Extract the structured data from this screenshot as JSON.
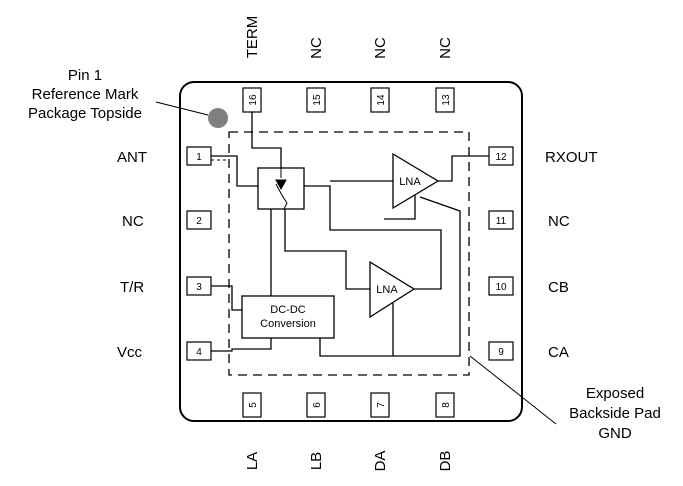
{
  "pin1_note": {
    "lines": [
      "Pin 1",
      "Reference Mark",
      "Package Topside"
    ]
  },
  "exposed_pad_note": {
    "lines": [
      "Exposed",
      "Backside Pad",
      "GND"
    ]
  },
  "pins": {
    "left": [
      {
        "num": "1",
        "label": "ANT"
      },
      {
        "num": "2",
        "label": "NC"
      },
      {
        "num": "3",
        "label": "T/R"
      },
      {
        "num": "4",
        "label": "Vcc"
      }
    ],
    "bottom": [
      {
        "num": "5",
        "label": "LA"
      },
      {
        "num": "6",
        "label": "LB"
      },
      {
        "num": "7",
        "label": "DA"
      },
      {
        "num": "8",
        "label": "DB"
      }
    ],
    "right": [
      {
        "num": "9",
        "label": "CA"
      },
      {
        "num": "10",
        "label": "CB"
      },
      {
        "num": "11",
        "label": "NC"
      },
      {
        "num": "12",
        "label": "RXOUT"
      }
    ],
    "top": [
      {
        "num": "13",
        "label": "NC"
      },
      {
        "num": "14",
        "label": "NC"
      },
      {
        "num": "15",
        "label": "NC"
      },
      {
        "num": "16",
        "label": "TERM"
      }
    ]
  },
  "blocks": {
    "lna_top": "LNA",
    "lna_bottom": "LNA",
    "dcdc_line1": "DC-DC",
    "dcdc_line2": "Conversion"
  },
  "colors": {
    "line": "#000000",
    "pin1_dot": "#808080"
  }
}
